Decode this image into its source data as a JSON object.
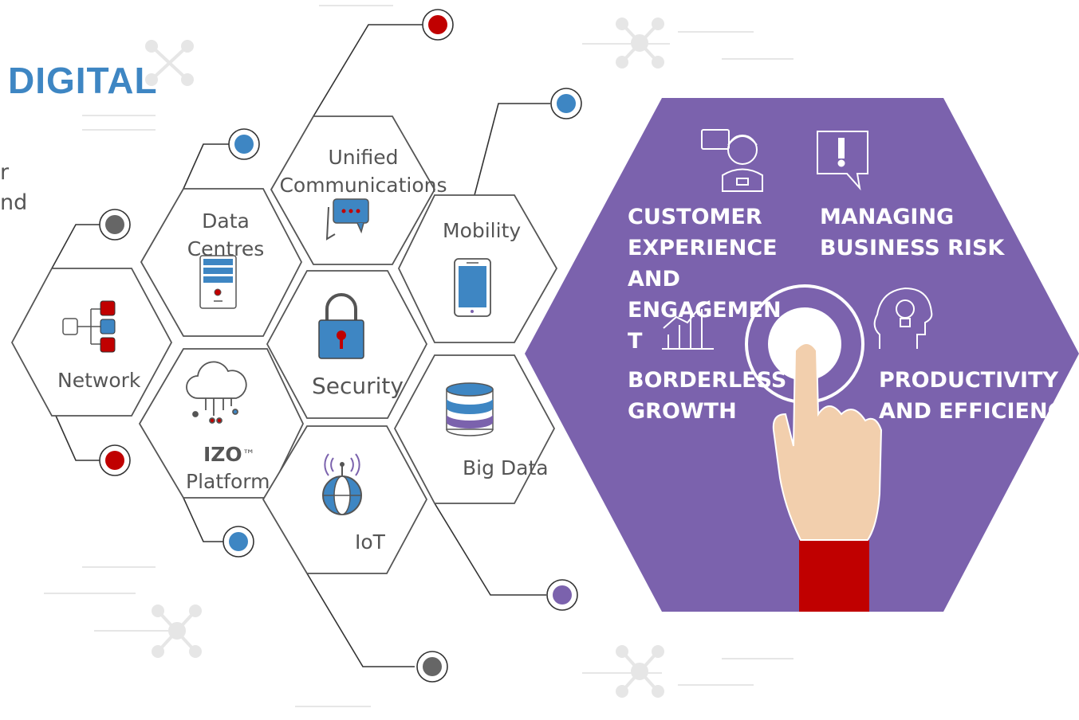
{
  "title": "DIGITAL",
  "cut_text": [
    "r",
    "nd"
  ],
  "technologies": {
    "network": "Network",
    "data_centres": "Data\nCentres",
    "unified_communications": "Unified\nCommunications",
    "mobility": "Mobility",
    "security": "Security",
    "izo_name": "IZO",
    "izo_mark": "™",
    "izo_platform": "Platform",
    "iot": "IoT",
    "big_data": "Big Data"
  },
  "benefits": {
    "customer_experience": "CUSTOMER\nEXPERIENCE\nAND\nENGAGEMEN\nT",
    "managing_business_risk": "MANAGING\nBUSINESS RISK",
    "borderless_growth": "BORDERLESS\nGROWTH",
    "productivity_efficiency": "PRODUCTIVITY\nAND EFFICIENCY"
  },
  "colors": {
    "title_blue": "#3e86c3",
    "purple": "#7b62ad",
    "red": "#c00000",
    "blue": "#3e86c3",
    "grey": "#666666",
    "skin": "#f2cfad"
  },
  "icons": [
    "network-icon",
    "server-icon",
    "chat-icon",
    "phone-icon",
    "lock-icon",
    "cloud-icon",
    "globe-icon",
    "database-icon",
    "customer-icon",
    "risk-icon",
    "growth-icon",
    "brain-icon",
    "hand-pointer-icon"
  ]
}
